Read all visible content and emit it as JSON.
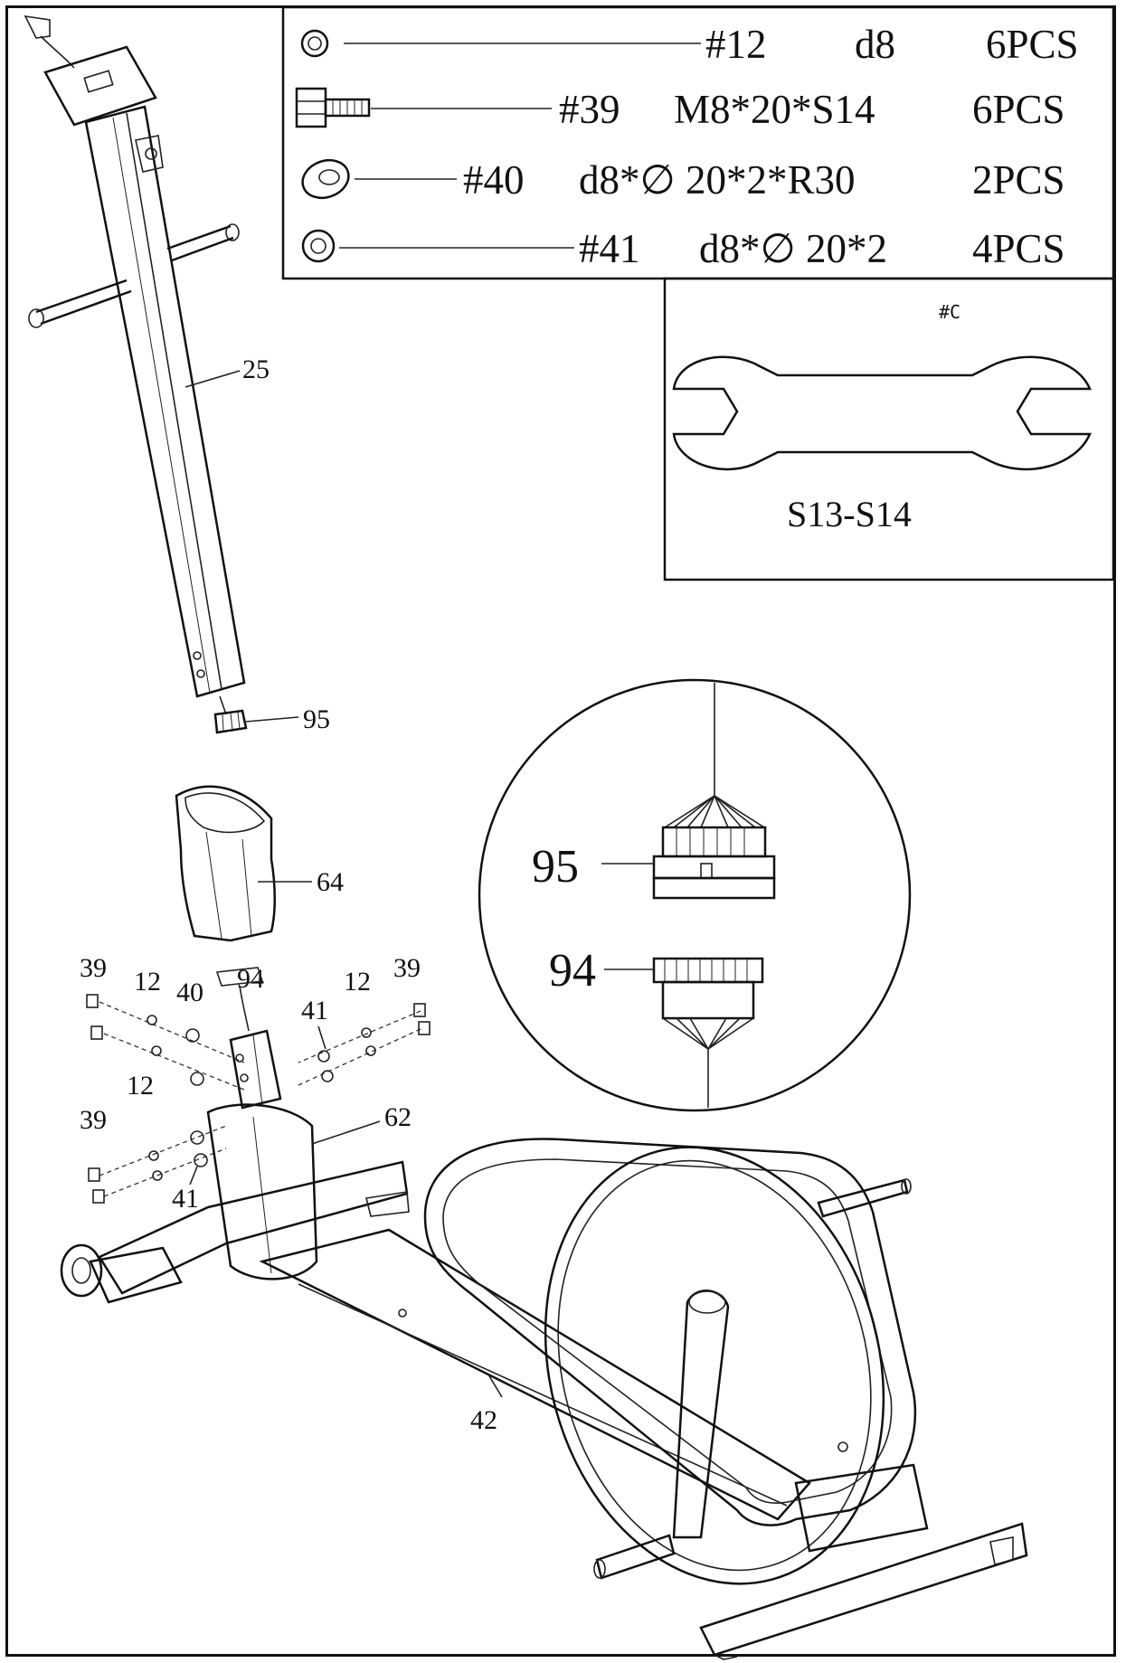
{
  "hardware_list": [
    {
      "part": "#12",
      "spec": "d8",
      "qty": "6PCS",
      "icon": "washer-icon"
    },
    {
      "part": "#39",
      "spec": "M8*20*S14",
      "qty": "6PCS",
      "icon": "bolt-icon"
    },
    {
      "part": "#40",
      "spec": "d8*∅ 20*2*R30",
      "qty": "2PCS",
      "icon": "curved-washer-icon"
    },
    {
      "part": "#41",
      "spec": "d8*∅ 20*2",
      "qty": "4PCS",
      "icon": "flat-washer-icon"
    }
  ],
  "tool": {
    "tag": "#C",
    "size": "S13-S14",
    "icon": "wrench-icon"
  },
  "detail": {
    "label_upper": "95",
    "label_lower": "94"
  },
  "callouts": {
    "c25": "25",
    "c95": "95",
    "c64": "64",
    "c62": "62",
    "c42": "42",
    "c39a": "39",
    "c12a": "12",
    "c40": "40",
    "c94": "94",
    "c41a": "41",
    "c12b": "12",
    "c39b": "39",
    "c12c": "12",
    "c39c": "39",
    "c41b": "41"
  }
}
